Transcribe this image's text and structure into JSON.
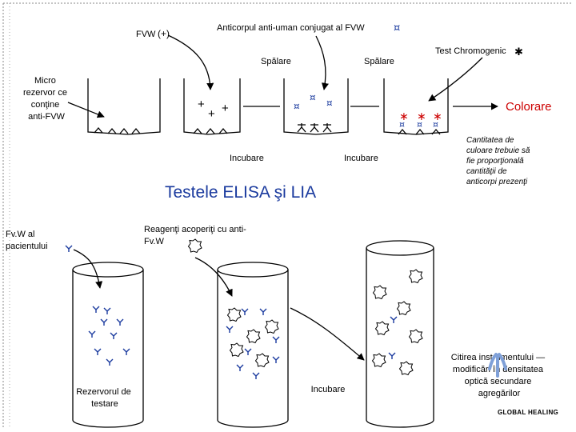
{
  "top": {
    "fvw_label": "FVW",
    "fvw_symbol": "(+)",
    "conjugate_label": "Anticorpul anti-uman conjugat al FVW",
    "conjugate_symbol": "¤",
    "wash_left": "Spălare",
    "wash_right": "Spălare",
    "chromogenic_label": "Test Chromogenic",
    "chromogenic_symbol": "✱",
    "micro_reservoir_lines": [
      "Micro",
      "rezervor ce",
      "conţine",
      "anti-FVW"
    ],
    "incubate_left": "Incubare",
    "incubate_right": "Incubare",
    "coloring_label": "Colorare",
    "note_lines": [
      "Cantitatea de",
      "culoare trebuie să",
      "fie proporţională",
      "cantităţii de",
      "anticorpi prezenţi"
    ]
  },
  "title": "Testele ELISA şi LIA",
  "bottom": {
    "patient_lines": [
      "Fv.W al",
      "pacientului"
    ],
    "reagents_lines": [
      "Reagenţi acoperiţi cu anti-",
      "Fv.W"
    ],
    "test_reservoir_lines": [
      "Rezervorul de",
      "testare"
    ],
    "incubate_label": "Incubare",
    "reading_lines": [
      "Citirea instrumentului —",
      "modificări în densitatea",
      "optică secundare",
      "agregărilor"
    ]
  },
  "logo_text": "GLOBAL HEALING",
  "colors": {
    "accent_red": "#cc0000",
    "symbol_blue": "#1a3a9e",
    "ink": "#000000",
    "logo_mark": "#7fa0d8"
  }
}
